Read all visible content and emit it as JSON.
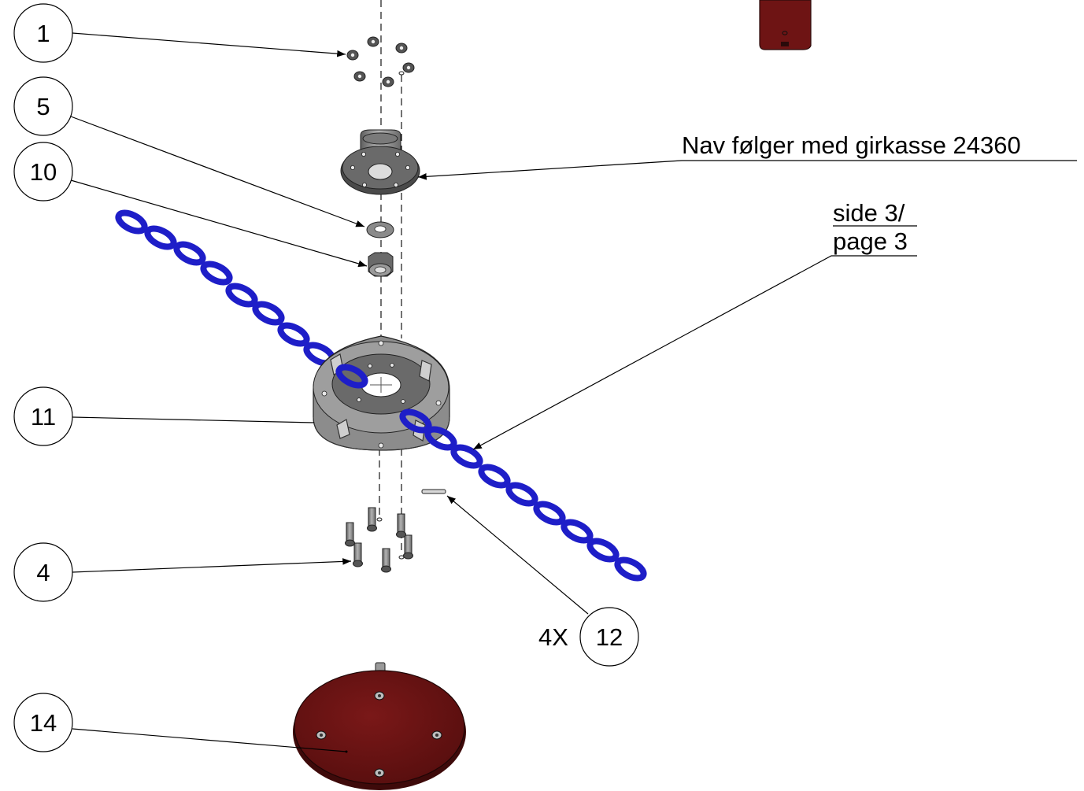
{
  "balloons": {
    "b1": "1",
    "b5": "5",
    "b10": "10",
    "b11": "11",
    "b4": "4",
    "b12": "12",
    "b14": "14"
  },
  "callouts": {
    "hub_note": "Nav følger med girkasse 24360",
    "ref_side": "side 3/",
    "ref_page": "page 3",
    "qty_12": "4X"
  },
  "colors": {
    "plate": "#6e1414",
    "chain": "#1e1ec8",
    "metal": "#8c8c8c"
  }
}
